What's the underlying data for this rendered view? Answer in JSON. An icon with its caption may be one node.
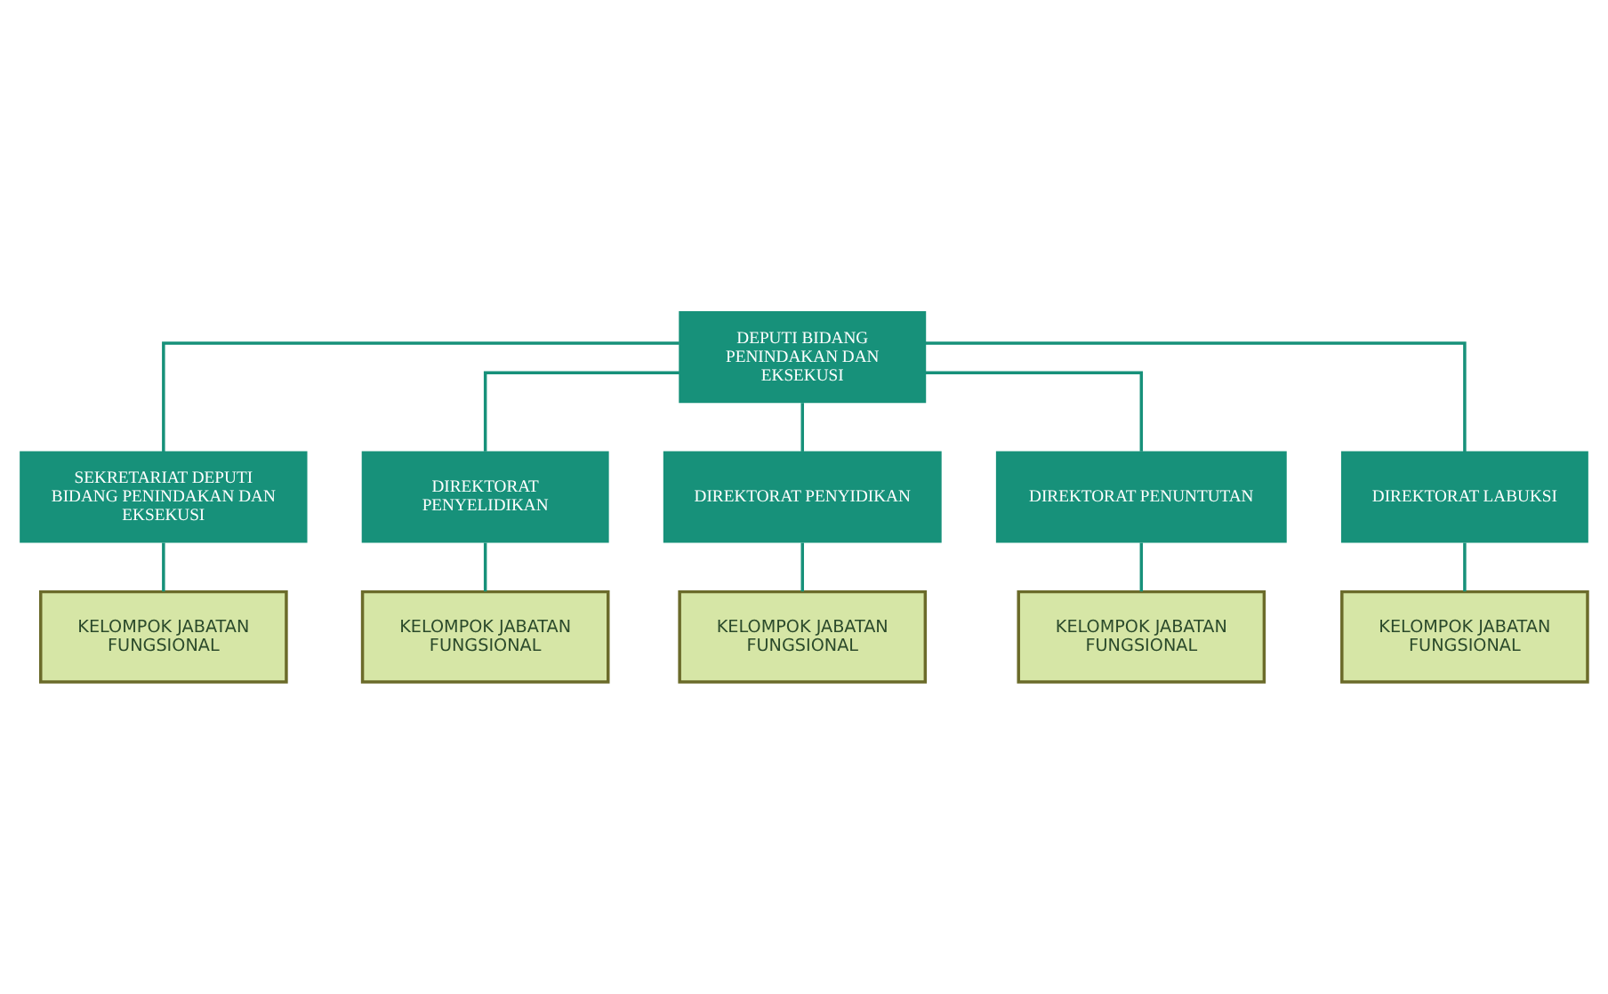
{
  "diagram": {
    "nodes": [
      {
        "text": [
          "DEPUTI BIDANG PENINDAKAN DAN EKSEKUSI"
        ]
      },
      {
        "text": [
          "SEKRETARIAT DEPUTI BIDANG PENINDAKAN DAN EKSEKUSI"
        ]
      },
      {
        "text": [
          "KELOMPOK JABATAN FUNGSIONAL"
        ]
      },
      {
        "text": [
          "DIREKTORAT PENYELIDIKAN"
        ]
      },
      {
        "text": [
          "DIREKTORAT PENYIDIKAN"
        ]
      },
      {
        "text": [
          "DIREKTORAT PENUNTUTAN"
        ]
      },
      {
        "text": [
          "DIREKTORAT LABUKSI"
        ]
      },
      {
        "text": [
          "KELOMPOK JABATAN FUNGSIONAL"
        ]
      },
      {
        "text": [
          "KELOMPOK JABATAN FUNGSIONAL"
        ]
      },
      {
        "text": [
          "KELOMPOK JABATAN FUNGSIONAL"
        ]
      },
      {
        "text": [
          "KELOMPOK JABATAN FUNGSIONAL"
        ]
      }
    ],
    "edges": [
      {
        "from": 0,
        "to": 1,
        "arrow": "none"
      },
      {
        "from": 1,
        "to": 2,
        "arrow": "none"
      },
      {
        "from": 0,
        "to": 3,
        "arrow": "none"
      },
      {
        "from": 0,
        "to": 4,
        "arrow": "none"
      },
      {
        "from": 0,
        "to": 5,
        "arrow": "none"
      },
      {
        "from": 0,
        "to": 6,
        "arrow": "none"
      },
      {
        "from": 3,
        "to": 7,
        "arrow": "none"
      },
      {
        "from": 4,
        "to": 8,
        "arrow": "none"
      },
      {
        "from": 5,
        "to": 9,
        "arrow": "none"
      },
      {
        "from": 6,
        "to": 10,
        "arrow": "none"
      }
    ]
  }
}
